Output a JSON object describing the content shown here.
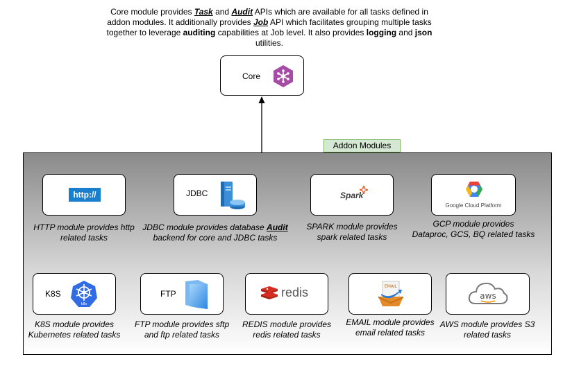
{
  "core": {
    "desc": {
      "p1": "Core module provides ",
      "task": "Task",
      "p2": "  and ",
      "audit": "Audit",
      "p3": "  APIs which are available for all tasks defined in addon modules. It additionally provides ",
      "job": "Job",
      "p4": " API which facilitates grouping multiple tasks together to leverage ",
      "auditing": "auditing",
      "p5": " capabilities at Job level. It also provides ",
      "logging": "logging",
      "p6": " and ",
      "json": "json",
      "p7": " utilities."
    },
    "label": "Core"
  },
  "addon_label": "Addon Modules",
  "modules": {
    "http": {
      "logo": "http://",
      "desc1": "HTTP module provides http",
      "desc2": "related tasks"
    },
    "jdbc": {
      "label": "JDBC",
      "desc1a": "JDBC module provides database ",
      "desc1b": "Audit",
      "desc2": "backend for core and JDBC tasks"
    },
    "spark": {
      "logo": "Spark",
      "desc1": "SPARK module provides",
      "desc2": "spark related tasks"
    },
    "gcp": {
      "logo": "Google Cloud Platform",
      "desc1": "GCP module provides",
      "desc2": "Dataproc, GCS, BQ related tasks"
    },
    "k8s": {
      "label": "K8S",
      "icon_text": "k8s",
      "desc1": "K8S module provides",
      "desc2": "Kubernetes related tasks"
    },
    "ftp": {
      "label": "FTP",
      "desc1": "FTP module provides sftp",
      "desc2": "and ftp related tasks"
    },
    "redis": {
      "logo": "redis",
      "desc1": "REDIS module provides",
      "desc2": "redis related tasks"
    },
    "email": {
      "icon_text": "EMAIL",
      "desc1": "EMAIL module provides",
      "desc2": "email related tasks"
    },
    "aws": {
      "logo": "aws",
      "desc1": "AWS module provides S3",
      "desc2": "related tasks"
    }
  },
  "colors": {
    "core_icon": "#a64ca6",
    "addon_fill": "#d5e8d4",
    "addon_stroke": "#82b366",
    "http_blue": "#1a7fcc",
    "k8s_blue": "#326ce5",
    "redis_red": "#d82c20",
    "spark_orange": "#e25a1c"
  },
  "icons": [
    "hexagon-core-icon",
    "database-server-icon",
    "folder-icon",
    "kubernetes-icon",
    "redis-icon",
    "email-icon",
    "aws-cloud-icon",
    "gcp-hexagon-icon"
  ]
}
